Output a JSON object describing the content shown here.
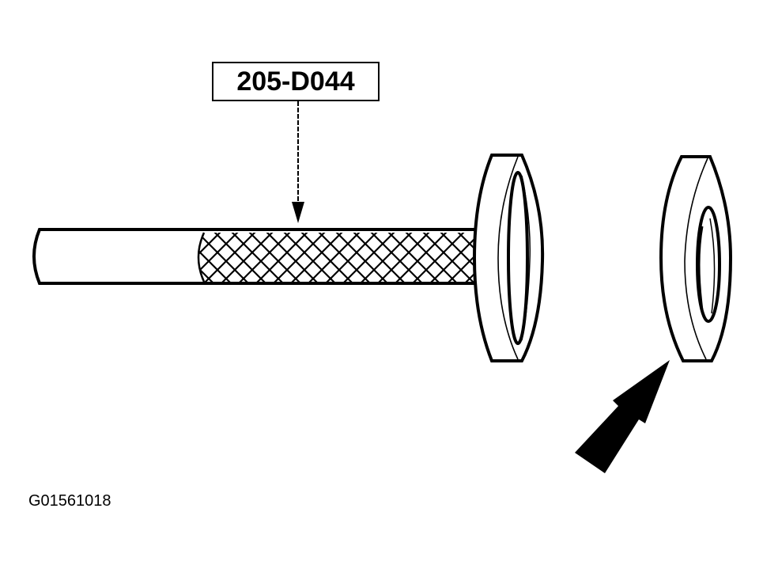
{
  "diagram": {
    "type": "technical-illustration",
    "callout": {
      "label": "205-D044",
      "points_to": "installer-shaft-knurled-grip"
    },
    "figure_id": "G01561018",
    "parts": [
      {
        "name": "installer-tool",
        "components": [
          "shaft-plain-end",
          "shaft-knurled-grip",
          "installer-flange"
        ]
      },
      {
        "name": "seal",
        "components": [
          "seal-outer-ring",
          "seal-inner-bore"
        ]
      }
    ],
    "indicator": {
      "name": "direction-arrow",
      "direction": "up-right",
      "target": "seal"
    }
  },
  "colors": {
    "line": "#000000",
    "background": "#ffffff"
  }
}
